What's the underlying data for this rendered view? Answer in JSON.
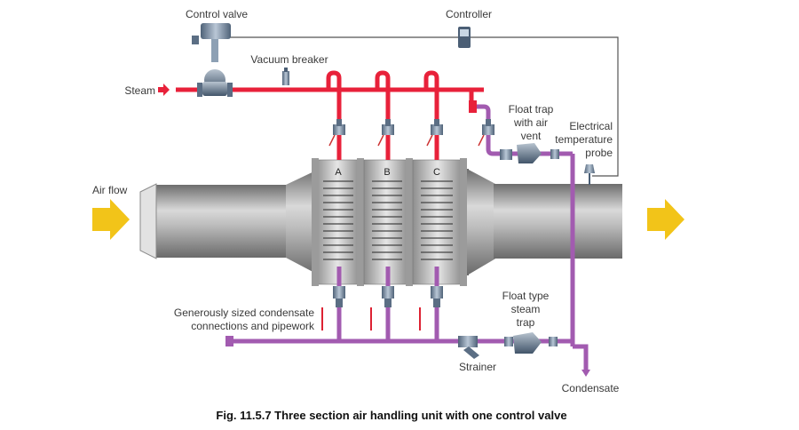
{
  "labels": {
    "control_valve": "Control valve",
    "controller": "Controller",
    "vacuum_breaker": "Vacuum breaker",
    "steam": "Steam",
    "float_trap_air_vent": [
      "Float trap",
      "with air",
      "vent"
    ],
    "electrical_probe": [
      "Electrical",
      "temperature",
      "probe"
    ],
    "air_flow": "Air flow",
    "float_type_steam_trap": [
      "Float type",
      "steam",
      "trap"
    ],
    "condensate_connections": [
      "Generously sized condensate",
      "connections and pipework"
    ],
    "strainer": "Strainer",
    "condensate": "Condensate"
  },
  "sections": [
    "A",
    "B",
    "C"
  ],
  "caption": "Fig. 11.5.7 Three section air handling unit with one control valve",
  "colors": {
    "steam_pipe": "#e8213a",
    "condensate_pipe": "#a25bb0",
    "duct": "#9a9a9a",
    "arrow": "#f2c419",
    "control_line": "#555555"
  }
}
